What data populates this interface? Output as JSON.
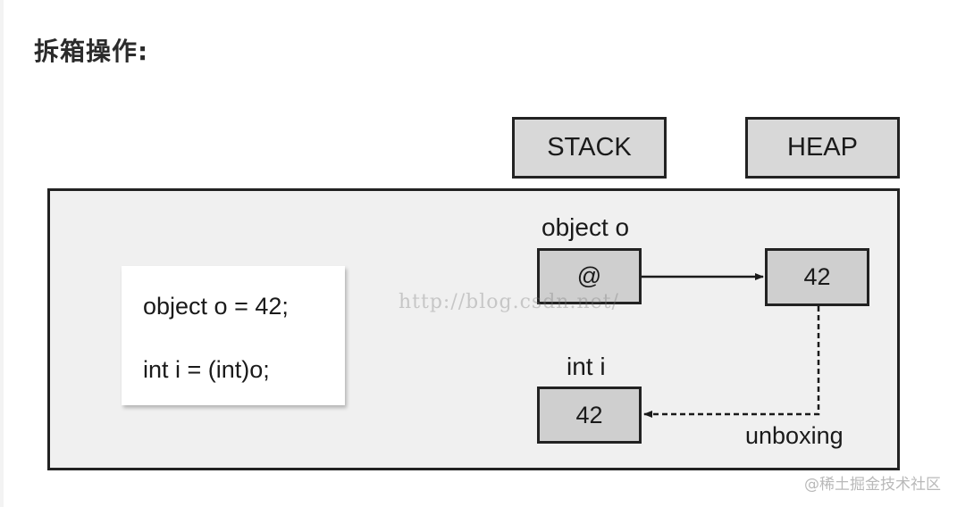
{
  "heading": "拆箱操作:",
  "regions": {
    "stack": "STACK",
    "heap": "HEAP"
  },
  "code": {
    "line1": "object o = 42;",
    "line2": "int i = (int)o;"
  },
  "stack_vars": {
    "object_label": "object o",
    "object_value": "@",
    "int_label": "int i",
    "int_value": "42"
  },
  "heap_cell": {
    "value": "42"
  },
  "arrow_label": "unboxing",
  "watermark": "http://blog.csdn.net/",
  "credit": "@稀土掘金技术社区"
}
